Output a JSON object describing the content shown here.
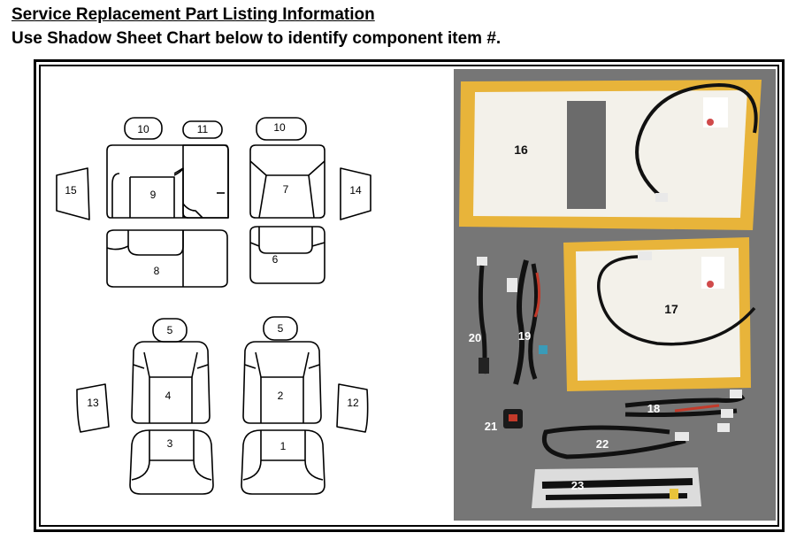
{
  "header": {
    "title": "Service Replacement Part Listing Information",
    "subtitle": "Use Shadow Sheet Chart below to identify component  item #."
  },
  "diagram": {
    "labels": {
      "l1": "1",
      "l2": "2",
      "l3": "3",
      "l4": "4",
      "l5a": "5",
      "l5b": "5",
      "l6": "6",
      "l7": "7",
      "l8": "8",
      "l9": "9",
      "l10a": "10",
      "l10b": "10",
      "l11": "11",
      "l12": "12",
      "l13": "13",
      "l14": "14",
      "l15": "15"
    }
  },
  "photo": {
    "labels": {
      "l16": "16",
      "l17": "17",
      "l18": "18",
      "l19": "19",
      "l20": "20",
      "l21": "21",
      "l22": "22",
      "l23": "23"
    }
  }
}
